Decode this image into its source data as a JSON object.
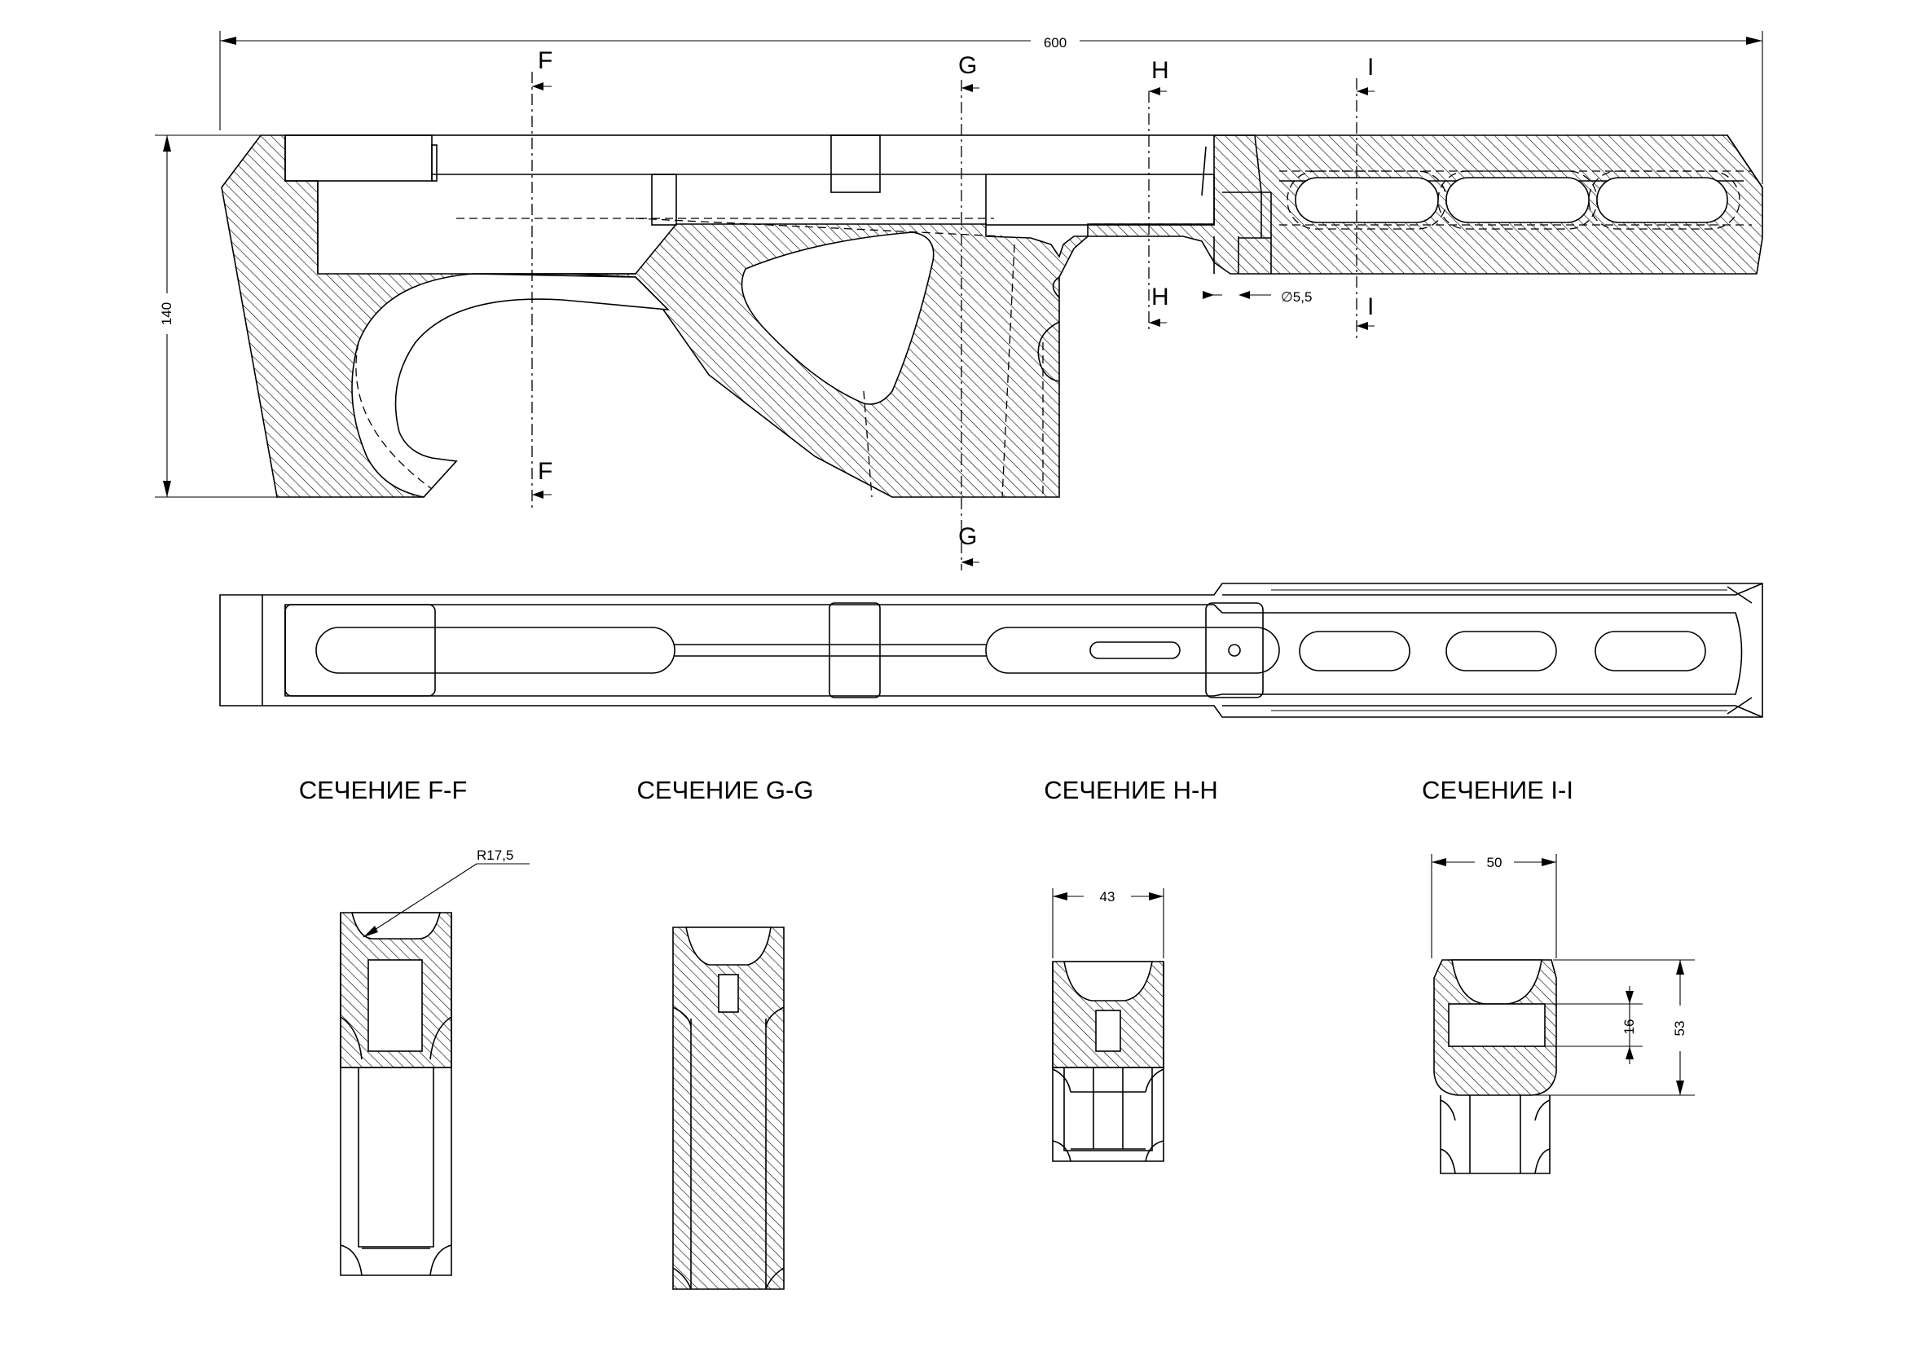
{
  "dimensions": {
    "overall_length": "600",
    "height": "140",
    "hole_diameter": "∅5,5",
    "radius_ff": "R17,5",
    "width_hh": "43",
    "width_ii": "50",
    "depth_ii_small": "16",
    "depth_ii_total": "53"
  },
  "cut_labels": {
    "f": "F",
    "g": "G",
    "h": "H",
    "i": "I"
  },
  "section_titles": {
    "ff": "СЕЧЕНИЕ F-F",
    "gg": "СЕЧЕНИЕ G-G",
    "hh": "СЕЧЕНИЕ H-H",
    "ii": "СЕЧЕНИЕ I-I"
  }
}
